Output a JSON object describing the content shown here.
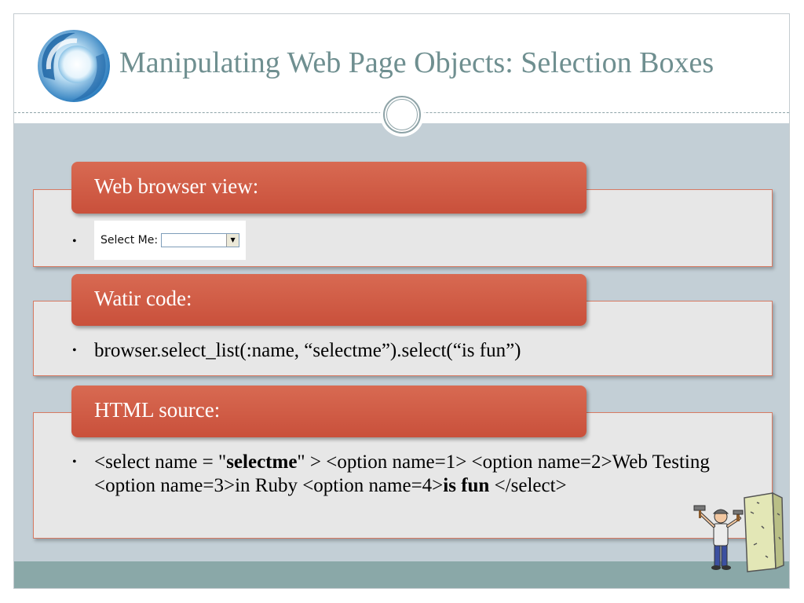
{
  "slide": {
    "title": "Manipulating Web Page Objects: Selection Boxes"
  },
  "sections": [
    {
      "header": "Web browser view:",
      "widget": {
        "label": "Select Me:",
        "arrow": "▼"
      }
    },
    {
      "header": "Watir code:",
      "bullet": "browser.select_list(:name, “selectme”).select(“is fun”)"
    },
    {
      "header": "HTML source:",
      "parts": {
        "p1": "<select name = \"",
        "b1": "selectme",
        "p2": "\" > <option name=1> <option name=2>Web Testing <option name=3>in Ruby <option name=4>",
        "b2": "is fun",
        "p3": " </select>"
      }
    }
  ],
  "bullet_symbol": "•",
  "colors": {
    "accent": "#d05c45",
    "title": "#6f8f90",
    "band": "#c3cfd6",
    "footer": "#8aa8a8"
  }
}
